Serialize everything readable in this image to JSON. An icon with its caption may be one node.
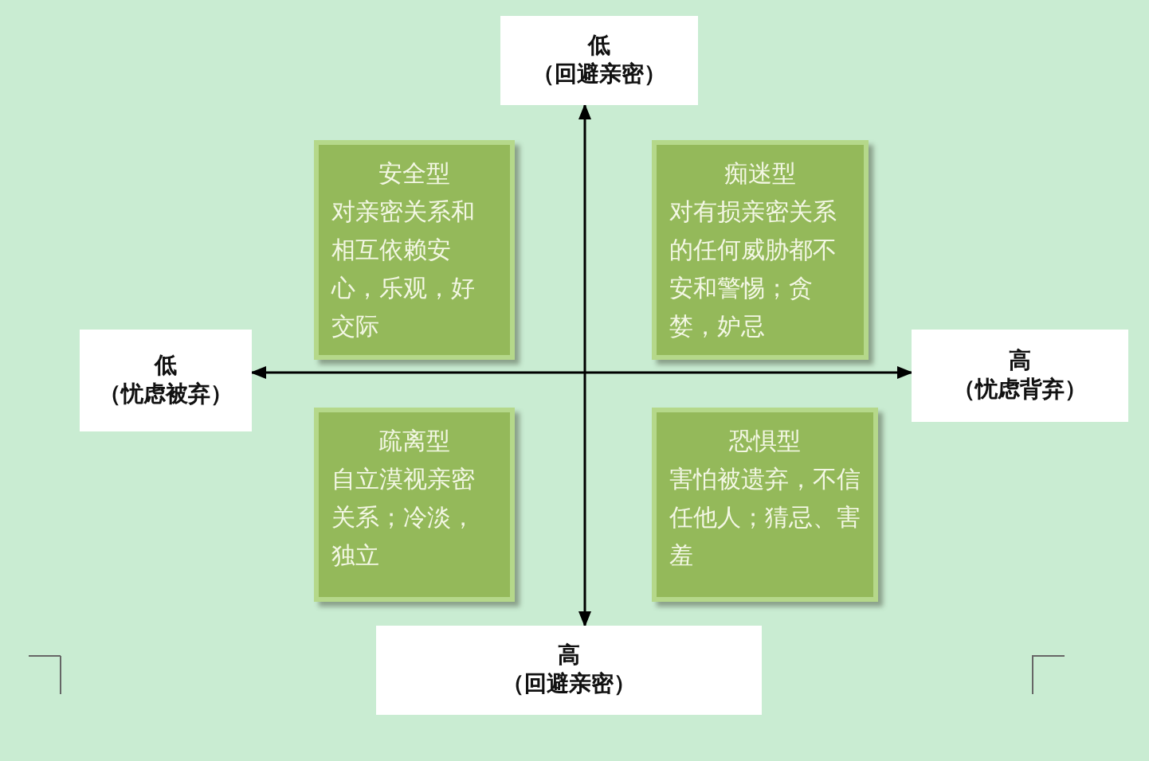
{
  "diagram": {
    "nodes": [
      {
        "text": [
          "低",
          "（回避亲密）"
        ]
      },
      {
        "text": [
          "安全型",
          "对亲密关系和相互依赖安心，乐观，好交际"
        ]
      },
      {
        "text": [
          "痴迷型",
          "对有损亲密关系的任何威胁都不安和警惕；贪婪，妒忌"
        ]
      },
      {
        "text": [
          "低",
          "（忧虑被弃）"
        ]
      },
      {
        "text": [
          "高",
          "（忧虑背弃）"
        ]
      },
      {
        "text": [
          "疏离型",
          "自立漠视亲密关系；冷淡，独立"
        ]
      },
      {
        "text": [
          "恐惧型",
          "害怕被遗弃，不信任他人；猜忌、害羞"
        ]
      },
      {
        "text": [
          "高",
          "（回避亲密）"
        ]
      }
    ],
    "edges": [
      {
        "from": 0,
        "to": 7,
        "arrow": "both"
      },
      {
        "from": 3,
        "to": 4,
        "arrow": "both"
      }
    ]
  }
}
